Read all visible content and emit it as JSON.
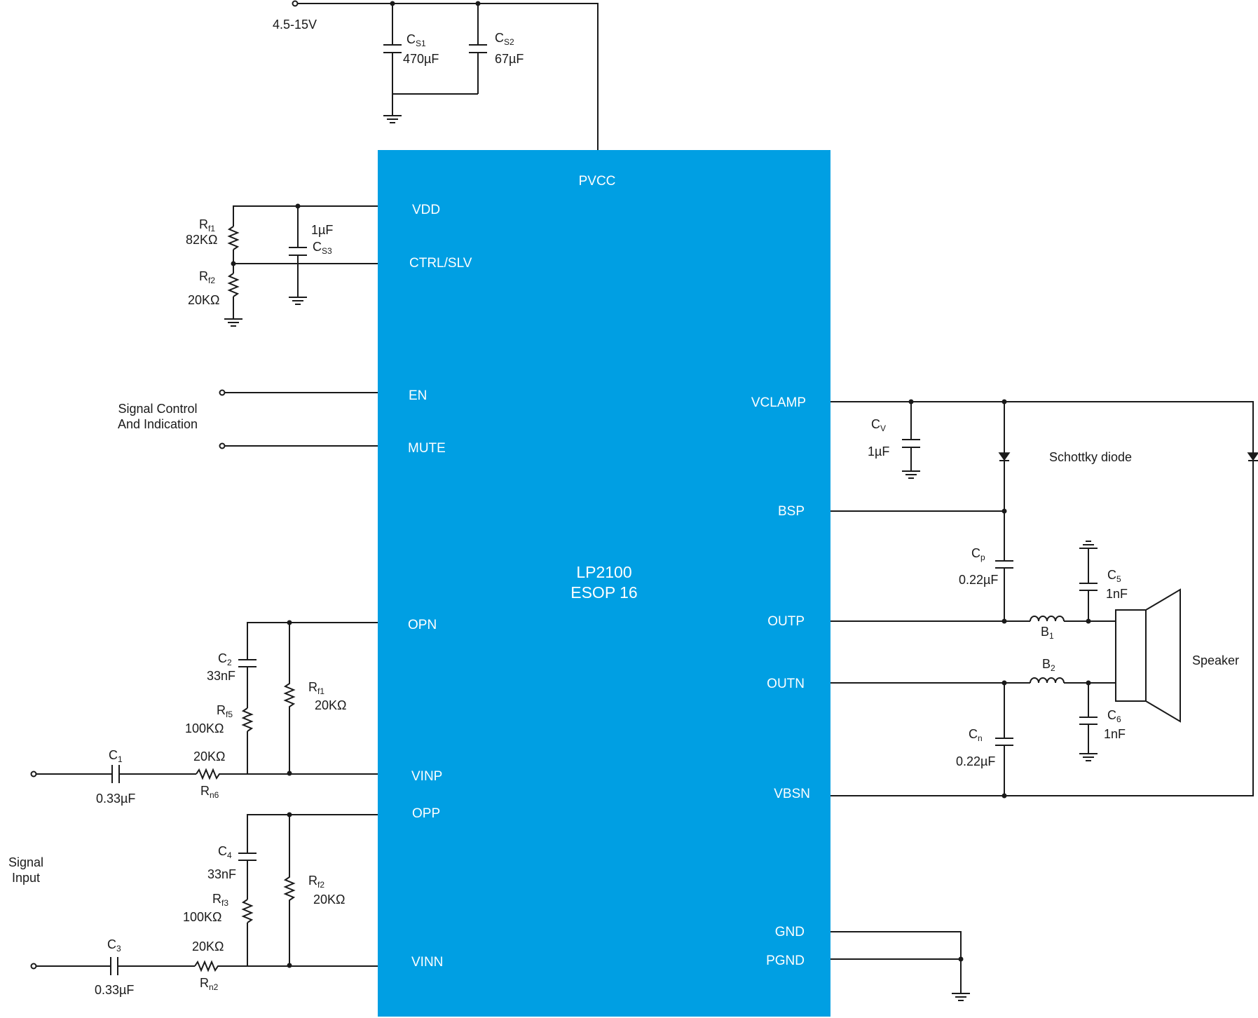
{
  "supply": {
    "label": "4.5-15V"
  },
  "chip": {
    "name": "LP2100",
    "package": "ESOP 16",
    "color": "#009FE3",
    "pins": {
      "pvcc": "PVCC",
      "vdd": "VDD",
      "ctrl": "CTRL/SLV",
      "en": "EN",
      "mute": "MUTE",
      "opn": "OPN",
      "vinp": "VINP",
      "opp": "OPP",
      "vinn": "VINN",
      "vclamp": "VCLAMP",
      "bsp": "BSP",
      "outp": "OUTP",
      "outn": "OUTN",
      "vbsn": "VBSN",
      "gnd": "GND",
      "pgnd": "PGND"
    }
  },
  "components": {
    "cs1": {
      "name": "C",
      "sub": "S1",
      "value": "470µF"
    },
    "cs2": {
      "name": "C",
      "sub": "S2",
      "value": "67µF"
    },
    "cs3": {
      "name": "C",
      "sub": "S3",
      "value": "1µF"
    },
    "rf1_top": {
      "name": "R",
      "sub": "f1",
      "value": "82KΩ"
    },
    "rf2_top": {
      "name": "R",
      "sub": "f2",
      "value": "20KΩ"
    },
    "c2": {
      "name": "C",
      "sub": "2",
      "value": "33nF"
    },
    "rf5": {
      "name": "R",
      "sub": "f5",
      "value": "100KΩ"
    },
    "rf1_fb": {
      "name": "R",
      "sub": "f1",
      "value": "20KΩ"
    },
    "c1": {
      "name": "C",
      "sub": "1",
      "value": "0.33µF"
    },
    "rn6": {
      "name": "R",
      "sub": "n6",
      "value": "20KΩ"
    },
    "c4": {
      "name": "C",
      "sub": "4",
      "value": "33nF"
    },
    "rf3": {
      "name": "R",
      "sub": "f3",
      "value": "100KΩ"
    },
    "rf2_fb": {
      "name": "R",
      "sub": "f2",
      "value": "20KΩ"
    },
    "c3": {
      "name": "C",
      "sub": "3",
      "value": "0.33µF"
    },
    "rn2": {
      "name": "R",
      "sub": "n2",
      "value": "20KΩ"
    },
    "cv": {
      "name": "C",
      "sub": "V",
      "value": "1µF"
    },
    "cp": {
      "name": "C",
      "sub": "p",
      "value": "0.22µF"
    },
    "cn": {
      "name": "C",
      "sub": "n",
      "value": "0.22µF"
    },
    "c5": {
      "name": "C",
      "sub": "5",
      "value": "1nF"
    },
    "c6": {
      "name": "C",
      "sub": "6",
      "value": "1nF"
    },
    "b1": {
      "name": "B",
      "sub": "1"
    },
    "b2": {
      "name": "B",
      "sub": "2"
    }
  },
  "labels": {
    "signal_control_1": "Signal Control",
    "signal_control_2": "And Indication",
    "signal_input_1": "Signal",
    "signal_input_2": "Input",
    "schottky": "Schottky diode",
    "speaker": "Speaker"
  }
}
